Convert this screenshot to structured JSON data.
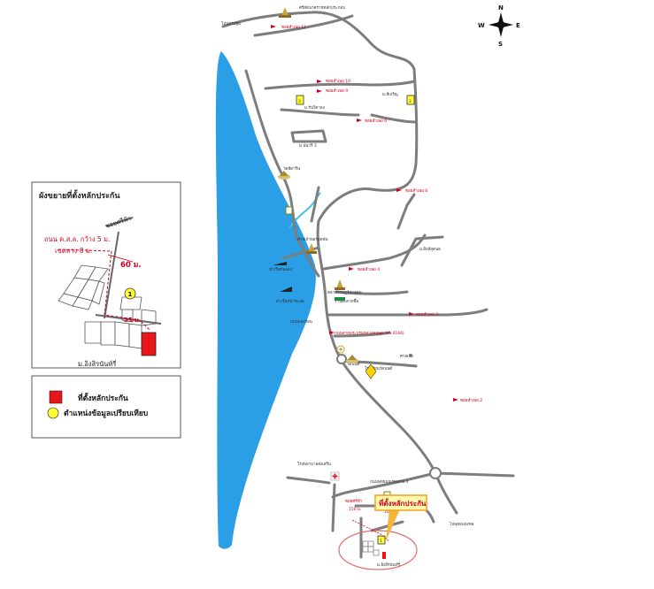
{
  "compass": {
    "n": "N",
    "s": "S",
    "e": "E",
    "w": "W"
  },
  "inset": {
    "title": "ผังขยายที่ตั้งหลักประกัน",
    "road_label": "ถนน ค.ส.ล. กว้าง 5 ม.",
    "easement_label": "เขตทาง 8 ม.",
    "soi_label": "ซอยศรีฟ้า",
    "distance_1": "60 ม.",
    "distance_2": "35 ม.",
    "village_label": "ม.อิงสิรนันท์รี่",
    "marker_1": "1"
  },
  "legend": {
    "collateral": "ที่ตั้งหลักประกัน",
    "comparison": "ตำแหน่งข้อมูลเปรียบเทียบ",
    "collateral_color": "#e8151b",
    "comparison_color": "#ffff33"
  },
  "map": {
    "sea_color": "#2a9fe6",
    "collateral_callout": "ที่ตั้งหลักประกัน",
    "labels": {
      "temple_top": "ศรีสัตนาคราชหลักประกอบ",
      "soi_11": "ซอยสำเพย 11",
      "top_left": "ไปนครปฐม",
      "soi_10": "ซอยสำเพย 10",
      "soi_9": "ซอยสำเพย 9",
      "village_a": "ม.สีเจริญ",
      "soi_6": "ซอยสำเพย 6",
      "village_r": "ม.รันวิดาลง",
      "village_n3": "ม.นันวริ 3",
      "temple_mid": "วัดสีดาริน",
      "soi_8": "ซอยสำเพย 8",
      "shrine": "ศาลเจ้าพ่อรอดพัน",
      "village_nk": "ม.สิงห์สุคนธ",
      "pier_1": "ท่าเรือต้นลอง",
      "soi_4": "ซอยสำเพย 4",
      "pier_2": "ท่าเรือหน้าชะออ",
      "market": "ตลาดราษฎร์ท่าอุดม",
      "shop": "ร้านสะดวกซื้อ",
      "soi_3": "ซอยสำเพย 3",
      "river_road": "ถนนแจงร้อน",
      "road_main": "ถนนสายพระบรมหลวงคมพุด (ทล.4166)",
      "temple_low": "วัดนนต์",
      "school": "โรงเรียนวัดนนต์",
      "shrine_2": "ศาลเจ้า",
      "soi_2": "ซอยสำเพย 2",
      "hospital": "โรงพยาบาลส่งเสริม",
      "road_bottom": "ถนนพุทธมณฑลสาย 4",
      "road_right": "ไปพุทธมณฑล",
      "soi_si": "ซอยศรีฟ้า",
      "dist_150": "150 ม.",
      "dist_100": "100 ม.",
      "village_bottom": "ม.อิงสิรนันท์รี่",
      "marker_1": "1",
      "marker_2": "2",
      "marker_3": "3"
    }
  }
}
